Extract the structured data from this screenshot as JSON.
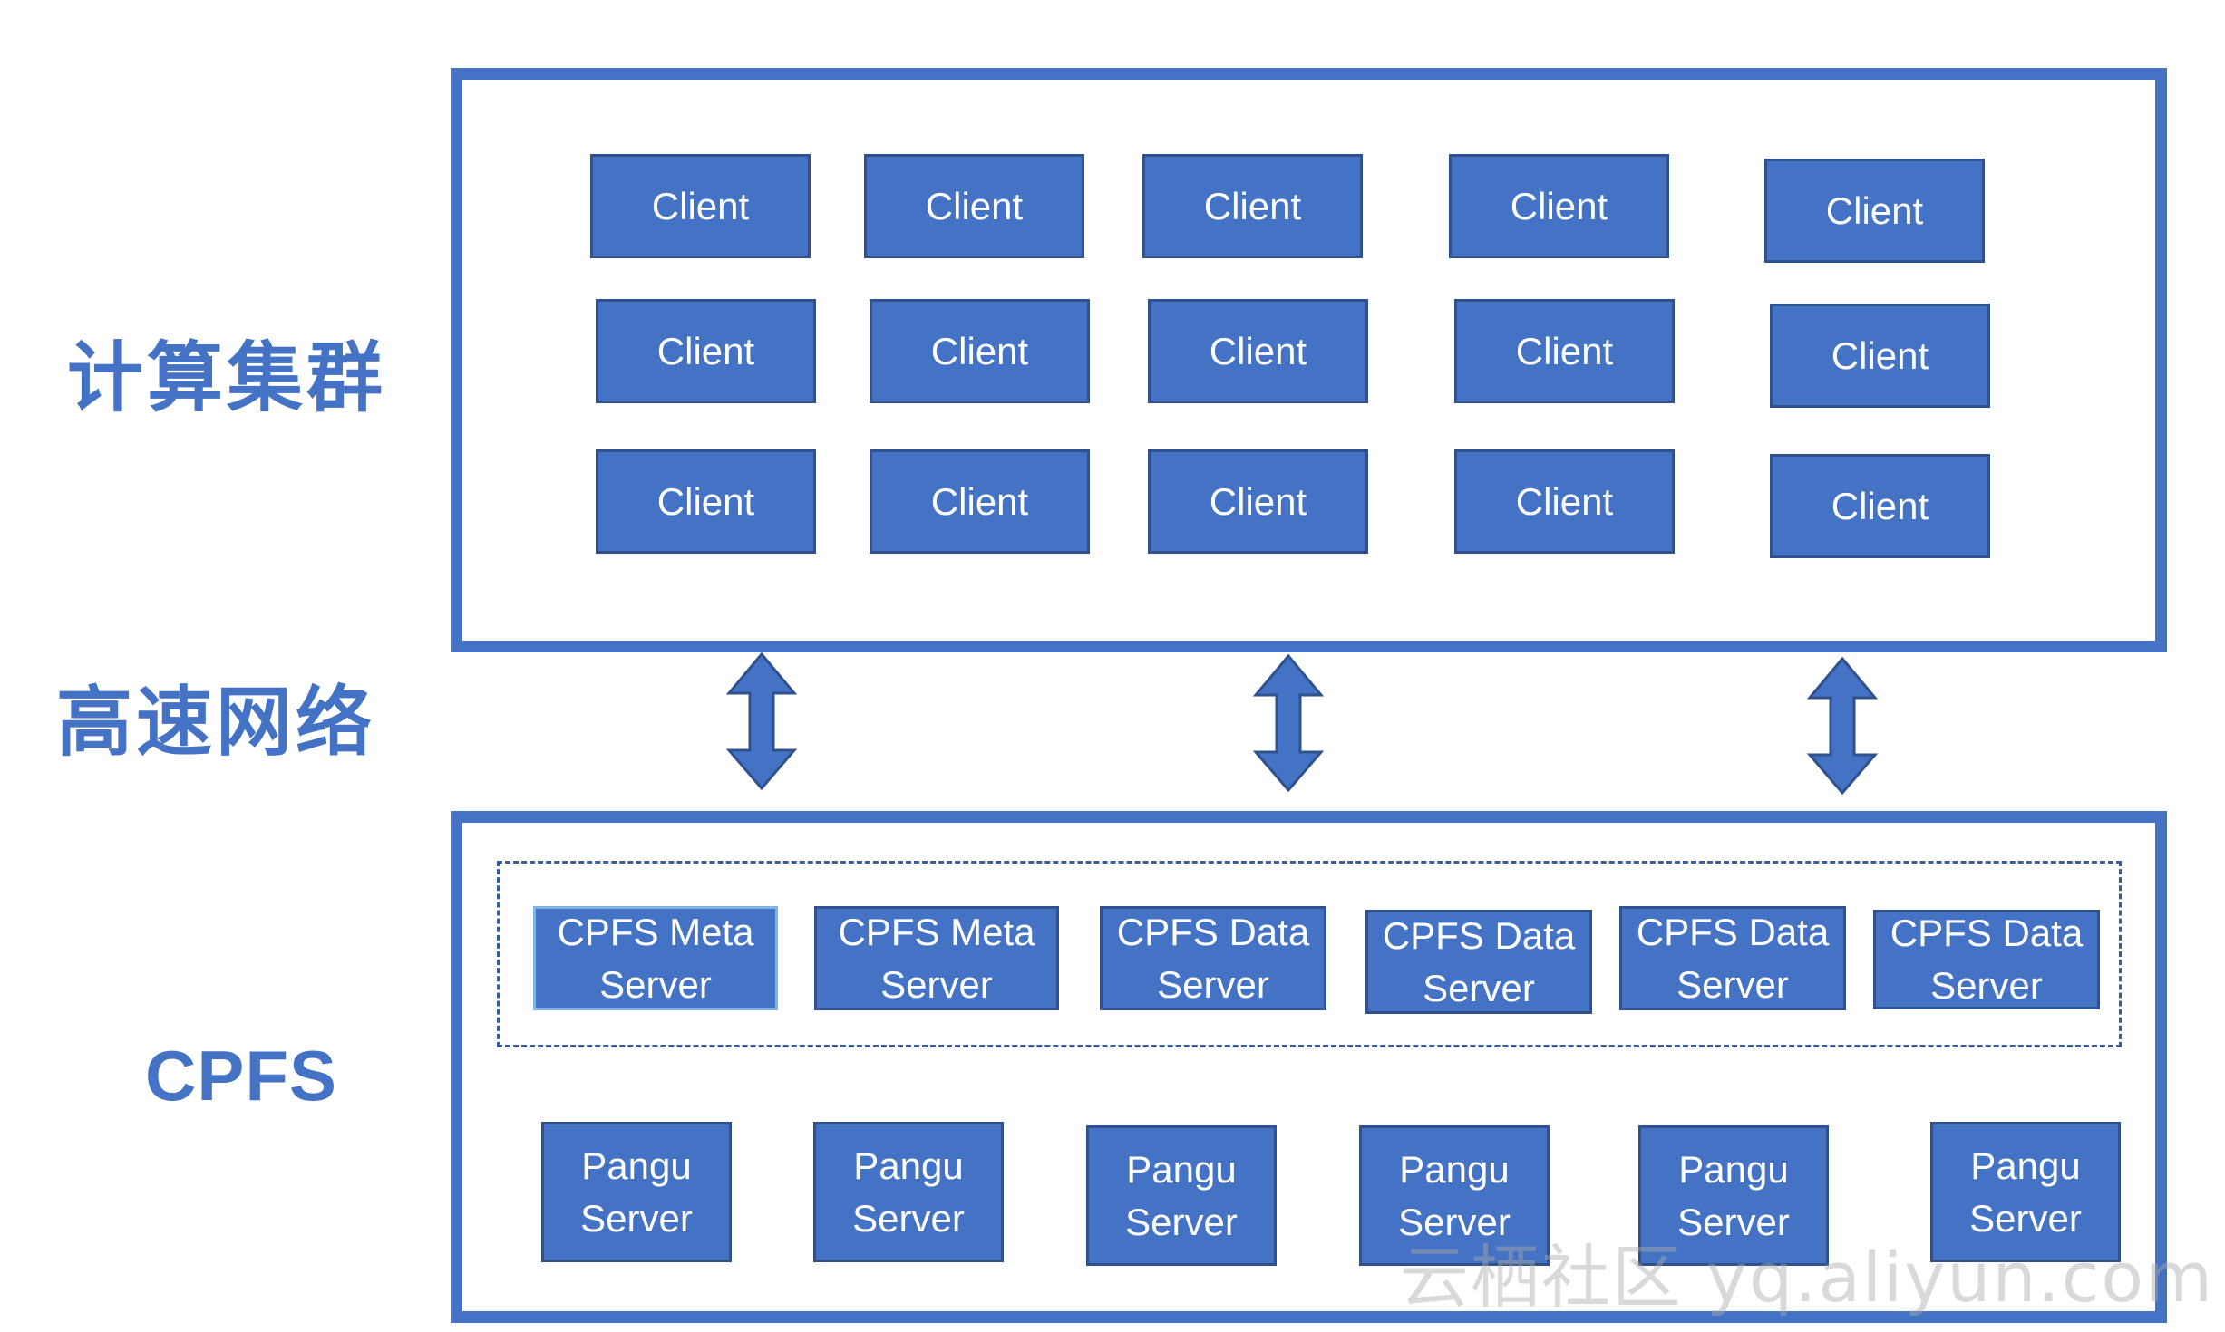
{
  "labels": {
    "compute_cluster": "计算集群",
    "network": "高速网络",
    "cpfs": "CPFS"
  },
  "client_label": "Client",
  "meta_server": [
    "CPFS Meta",
    "Server"
  ],
  "data_server": [
    "CPFS Data",
    "Server"
  ],
  "pangu_server": [
    "Pangu",
    "Server"
  ],
  "watermark": "云栖社区 yq.aliyun.com",
  "colors": {
    "primary_blue": "#4472c4",
    "node_border": "#2f528f",
    "dashed_border": "#3a5c9a",
    "selected_border": "#7fb3e6"
  }
}
